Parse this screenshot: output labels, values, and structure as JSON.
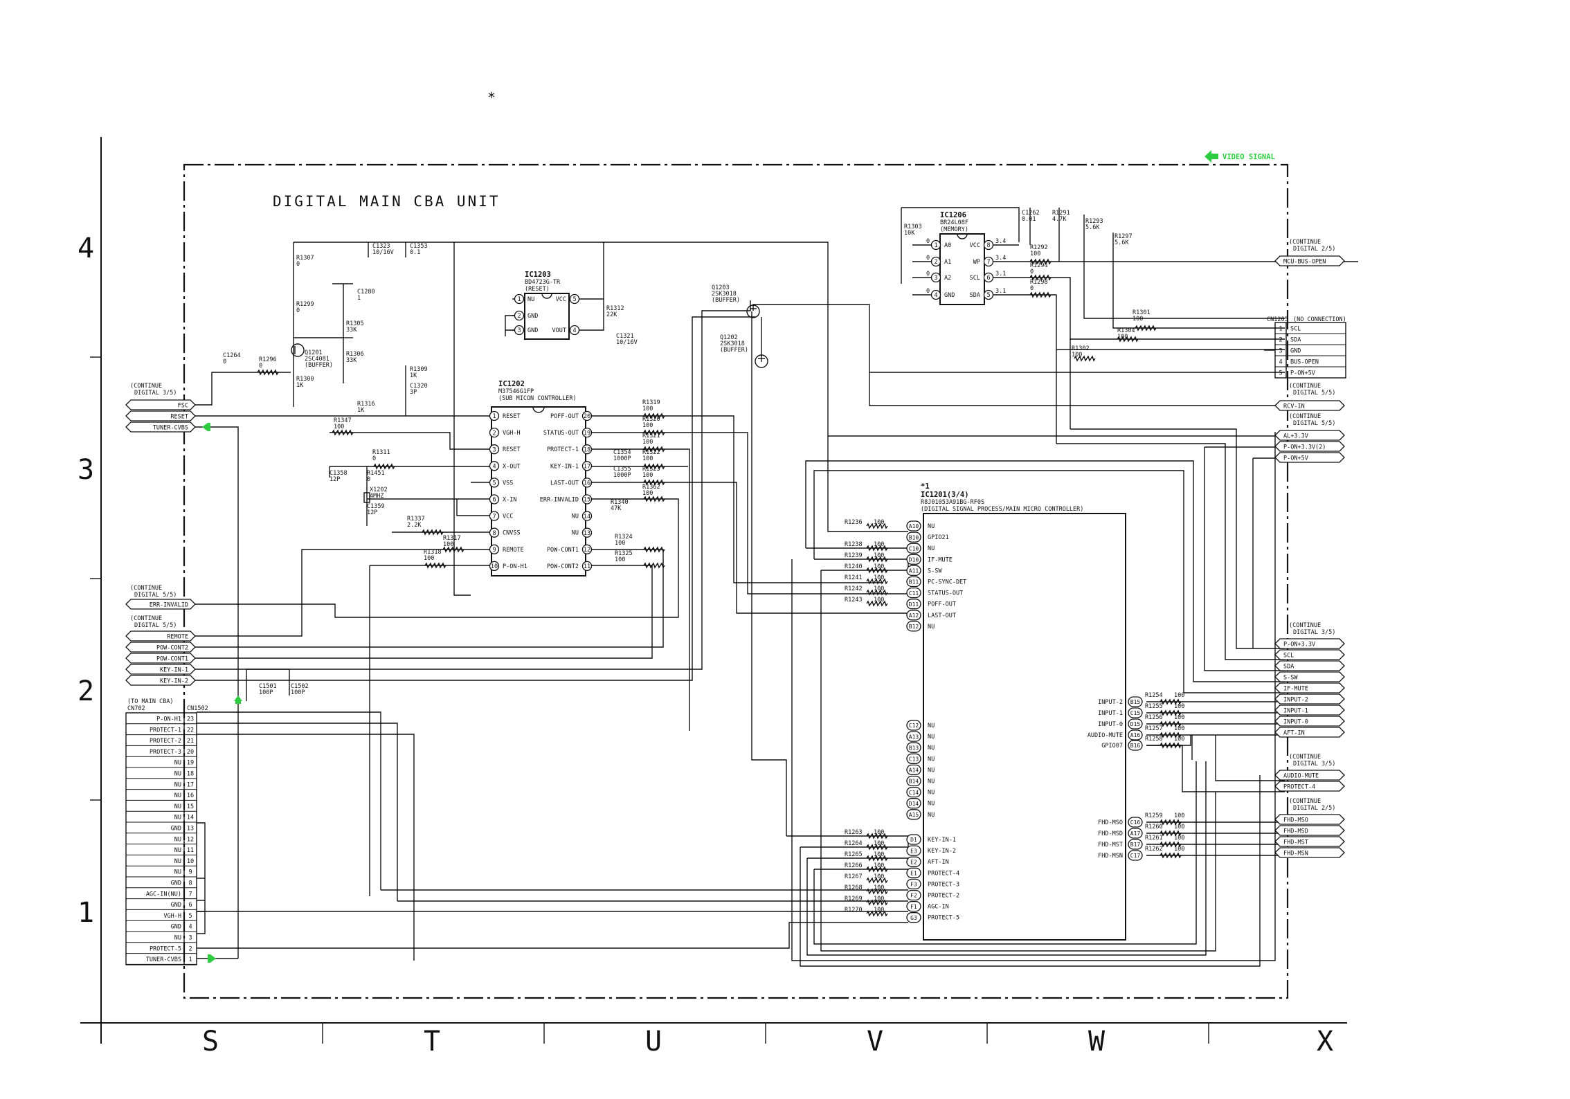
{
  "title": "DIGITAL MAIN CBA UNIT",
  "asterisk": "*",
  "video_signal": "VIDEO SIGNAL",
  "grid": {
    "rows": [
      "4",
      "3",
      "2",
      "1"
    ],
    "cols": [
      "S",
      "T",
      "U",
      "V",
      "W",
      "X"
    ]
  },
  "ic1203": {
    "ref": "IC1203",
    "part": "BD4723G-TR",
    "func": "(RESET)",
    "left": [
      [
        "1",
        "NU"
      ],
      [
        "2",
        "GND"
      ],
      [
        "3",
        "GND"
      ]
    ],
    "right": [
      [
        "5",
        "VCC"
      ],
      [
        "4",
        "VOUT"
      ]
    ]
  },
  "ic1206": {
    "ref": "IC1206",
    "part": "BR24L08F",
    "func": "(MEMORY)",
    "left": [
      [
        "1",
        "A0"
      ],
      [
        "2",
        "A1"
      ],
      [
        "3",
        "A2"
      ],
      [
        "4",
        "GND"
      ]
    ],
    "right": [
      [
        "8",
        "VCC"
      ],
      [
        "7",
        "WP"
      ],
      [
        "6",
        "SCL"
      ],
      [
        "5",
        "SDA"
      ]
    ],
    "levels": [
      "0",
      "0",
      "0",
      "0",
      "3.4",
      "3.4",
      "3.1",
      "3.1"
    ]
  },
  "ic1202": {
    "ref": "IC1202",
    "part": "M37546G1FP",
    "func": "(SUB MICON CONTROLLER)",
    "left": [
      [
        "1",
        "RESET"
      ],
      [
        "2",
        "VGH-H"
      ],
      [
        "3",
        "RESET"
      ],
      [
        "4",
        "X-OUT"
      ],
      [
        "5",
        "VSS"
      ],
      [
        "6",
        "X-IN"
      ],
      [
        "7",
        "VCC"
      ],
      [
        "8",
        "CNVSS"
      ],
      [
        "9",
        "REMOTE"
      ],
      [
        "10",
        "P-ON-H1"
      ]
    ],
    "right": [
      [
        "20",
        "POFF-OUT"
      ],
      [
        "19",
        "STATUS-OUT"
      ],
      [
        "18",
        "PROTECT-1"
      ],
      [
        "17",
        "KEY-IN-1"
      ],
      [
        "16",
        "LAST-OUT"
      ],
      [
        "15",
        "ERR-INVALID"
      ],
      [
        "14",
        "NU"
      ],
      [
        "13",
        "NU"
      ],
      [
        "12",
        "POW-CONT1"
      ],
      [
        "11",
        "POW-CONT2"
      ]
    ]
  },
  "ic1201": {
    "ref": "IC1201(3/4)",
    "note": "*1",
    "part": "R8J01053A91BG-RF0S",
    "func": "(DIGITAL SIGNAL PROCESS/MAIN MICRO CONTROLLER)",
    "left": [
      [
        "A10",
        "NU"
      ],
      [
        "B10",
        "GPIO21"
      ],
      [
        "C10",
        "NU"
      ],
      [
        "D10",
        "IF-MUTE"
      ],
      [
        "A11",
        "S-SW"
      ],
      [
        "B11",
        "PC-SYNC-DET"
      ],
      [
        "C11",
        "STATUS-OUT"
      ],
      [
        "D11",
        "POFF-OUT"
      ],
      [
        "A12",
        "LAST-OUT"
      ],
      [
        "B12",
        "NU"
      ],
      [
        "C12",
        "NU"
      ],
      [
        "A13",
        "NU"
      ],
      [
        "B13",
        "NU"
      ],
      [
        "C13",
        "NU"
      ],
      [
        "A14",
        "NU"
      ],
      [
        "B14",
        "NU"
      ],
      [
        "C14",
        "NU"
      ],
      [
        "D14",
        "NU"
      ],
      [
        "A15",
        "NU"
      ],
      [
        "D1",
        "KEY-IN-1"
      ],
      [
        "E3",
        "KEY-IN-2"
      ],
      [
        "E2",
        "AFT-IN"
      ],
      [
        "E1",
        "PROTECT-4"
      ],
      [
        "F3",
        "PROTECT-3"
      ],
      [
        "F2",
        "PROTECT-2"
      ],
      [
        "F1",
        "AGC-IN"
      ],
      [
        "G3",
        "PROTECT-5"
      ]
    ],
    "right": [
      [
        "B15",
        "INPUT-2"
      ],
      [
        "C15",
        "INPUT-1"
      ],
      [
        "D15",
        "INPUT-0"
      ],
      [
        "A16",
        "AUDIO-MUTE"
      ],
      [
        "B16",
        "GPIO07"
      ],
      [
        "C16",
        "FHD-MSO"
      ],
      [
        "A17",
        "FHD-MSD"
      ],
      [
        "B17",
        "FHD-MST"
      ],
      [
        "C17",
        "FHD-MSN"
      ]
    ]
  },
  "cn1502": {
    "ref": "CN1502",
    "note": "(TO MAIN CBA)",
    "note2": "CN702",
    "pins": [
      [
        "23",
        "P-ON-H1"
      ],
      [
        "22",
        "PROTECT-1"
      ],
      [
        "21",
        "PROTECT-2"
      ],
      [
        "20",
        "PROTECT-3"
      ],
      [
        "19",
        "NU"
      ],
      [
        "18",
        "NU"
      ],
      [
        "17",
        "NU"
      ],
      [
        "16",
        "NU"
      ],
      [
        "15",
        "NU"
      ],
      [
        "14",
        "NU"
      ],
      [
        "13",
        "GND"
      ],
      [
        "12",
        "NU"
      ],
      [
        "11",
        "NU"
      ],
      [
        "10",
        "NU"
      ],
      [
        "9",
        "NU"
      ],
      [
        "8",
        "GND"
      ],
      [
        "7",
        "AGC-IN(NU)"
      ],
      [
        "6",
        "GND"
      ],
      [
        "5",
        "VGH-H"
      ],
      [
        "4",
        "GND"
      ],
      [
        "3",
        "NU"
      ],
      [
        "2",
        "PROTECT-5"
      ],
      [
        "1",
        "TUNER-CVBS"
      ]
    ]
  },
  "cn1205": {
    "ref": "CN1205",
    "note": "(NO CONNECTION)",
    "pins": [
      [
        "1",
        "SCL"
      ],
      [
        "2",
        "SDA"
      ],
      [
        "3",
        "GND"
      ],
      [
        "4",
        "BUS-OPEN"
      ],
      [
        "5",
        "P-ON+5V"
      ]
    ]
  },
  "left_ports": {
    "grp1": {
      "note": [
        "(CONTINUE",
        "DIGITAL 3/5)"
      ],
      "items": [
        "FSC",
        "RESET",
        "TUNER-CVBS"
      ]
    },
    "grp2": {
      "note": [
        "(CONTINUE",
        "DIGITAL 5/5)"
      ],
      "items": [
        "ERR-INVALID"
      ]
    },
    "grp3": {
      "note": [
        "(CONTINUE",
        "DIGITAL 5/5)"
      ],
      "items": [
        "REMOTE",
        "POW-CONT2",
        "POW-CONT1",
        "KEY-IN-1",
        "KEY-IN-2"
      ]
    }
  },
  "right_ports": {
    "grp1": {
      "note": [
        "(CONTINUE",
        "DIGITAL 2/5)"
      ],
      "items": [
        "MCU-BUS-OPEN"
      ]
    },
    "grp2": {
      "note": [
        "(CONTINUE",
        "DIGITAL 5/5)"
      ],
      "items": [
        "RCV-IN"
      ]
    },
    "grp3": {
      "note": [
        "(CONTINUE",
        "DIGITAL 5/5)"
      ],
      "items": [
        "AL+3.3V",
        "P-ON+3.3V(2)",
        "P-ON+5V"
      ]
    },
    "grp4": {
      "note": [
        "(CONTINUE",
        "DIGITAL 3/5)"
      ],
      "items": [
        "P-ON+3.3V",
        "SCL",
        "SDA",
        "S-SW",
        "IF-MUTE",
        "INPUT-2",
        "INPUT-1",
        "INPUT-0",
        "AFT-IN"
      ]
    },
    "grp5": {
      "note": [
        "(CONTINUE",
        "DIGITAL 3/5)"
      ],
      "items": [
        "AUDIO-MUTE",
        "PROTECT-4"
      ]
    },
    "grp6": {
      "note": [
        "(CONTINUE",
        "DIGITAL 2/5)"
      ],
      "items": [
        "FHD-MSO",
        "FHD-MSD",
        "FHD-MST",
        "FHD-MSN"
      ]
    }
  },
  "components": {
    "C1323": [
      "C1323",
      "10/16V"
    ],
    "C1353": [
      "C1353",
      "0.1"
    ],
    "R1307": [
      "R1307",
      "0"
    ],
    "C1280": [
      "C1280",
      "1"
    ],
    "R1299": [
      "R1299",
      "0"
    ],
    "R1305": [
      "R1305",
      "33K"
    ],
    "R1306": [
      "R1306",
      "33K"
    ],
    "Q1201": [
      "Q1201",
      "2SC4081",
      "(BUFFER)"
    ],
    "R1300": [
      "R1300",
      "1K"
    ],
    "C1264": [
      "C1264",
      "0"
    ],
    "R1296": [
      "R1296",
      "0"
    ],
    "R1312": [
      "R1312",
      "22K"
    ],
    "C1321": [
      "C1321",
      "10/16V"
    ],
    "R1309": [
      "R1309",
      "1K"
    ],
    "C1320": [
      "C1320",
      "3P"
    ],
    "R1316": [
      "R1316",
      "1K"
    ],
    "R1347": [
      "R1347",
      "100"
    ],
    "R1311": [
      "R1311",
      "0"
    ],
    "C1358": [
      "C1358",
      "12P"
    ],
    "R1451": [
      "R1451",
      "0"
    ],
    "X1202": [
      "X1202",
      "4MHZ"
    ],
    "C1359": [
      "C1359",
      "12P"
    ],
    "R1337": [
      "R1337",
      "2.2K"
    ],
    "R1317": [
      "R1317",
      "100"
    ],
    "R1318": [
      "R1318",
      "100"
    ],
    "R1319": [
      "R1319",
      "100"
    ],
    "R1320": [
      "R1320",
      "100"
    ],
    "R1321": [
      "R1321",
      "100"
    ],
    "R1322": [
      "R1322",
      "100"
    ],
    "R1323": [
      "R1323",
      "100"
    ],
    "R1362": [
      "R1362",
      "100"
    ],
    "C1354": [
      "C1354",
      "1000P"
    ],
    "C1355": [
      "C1355",
      "1000P"
    ],
    "R1340": [
      "R1340",
      "47K"
    ],
    "R1324": [
      "R1324",
      "100"
    ],
    "R1325": [
      "R1325",
      "100"
    ],
    "Q1203": [
      "Q1203",
      "2SK3018",
      "(BUFFER)"
    ],
    "Q1202": [
      "Q1202",
      "2SK3018",
      "(BUFFER)"
    ],
    "R1303": [
      "R1303",
      "10K"
    ],
    "C1262": [
      "C1262",
      "0.01"
    ],
    "R1291": [
      "R1291",
      "4.7K"
    ],
    "R1293": [
      "R1293",
      "5.6K"
    ],
    "R1297": [
      "R1297",
      "5.6K"
    ],
    "R1292": [
      "R1292",
      "100"
    ],
    "R1294": [
      "R1294",
      "0"
    ],
    "R1298": [
      "R1298",
      "0"
    ],
    "R1301": [
      "R1301",
      "100"
    ],
    "R1304": [
      "R1304",
      "100"
    ],
    "R1302": [
      "R1302",
      "100"
    ],
    "C1501": [
      "C1501",
      "100P"
    ],
    "C1502": [
      "C1502",
      "100P"
    ]
  },
  "mcu_left_resistors": [
    [
      "R1236",
      "100"
    ],
    [
      "R1238",
      "100"
    ],
    [
      "R1239",
      "100"
    ],
    [
      "R1240",
      "100"
    ],
    [
      "R1241",
      "100"
    ],
    [
      "R1242",
      "100"
    ],
    [
      "R1243",
      "100"
    ],
    [
      "R1263",
      "100"
    ],
    [
      "R1264",
      "100"
    ],
    [
      "R1265",
      "100"
    ],
    [
      "R1266",
      "100"
    ],
    [
      "R1267",
      "100"
    ],
    [
      "R1268",
      "100"
    ],
    [
      "R1269",
      "100"
    ],
    [
      "R1270",
      "100"
    ]
  ],
  "mcu_right_resistors": [
    [
      "R1254",
      "100"
    ],
    [
      "R1255",
      "100"
    ],
    [
      "R1256",
      "100"
    ],
    [
      "R1257",
      "100"
    ],
    [
      "R1258",
      "100"
    ],
    [
      "R1259",
      "100"
    ],
    [
      "R1260",
      "100"
    ],
    [
      "R1261",
      "100"
    ],
    [
      "R1262",
      "100"
    ]
  ],
  "colors": {
    "ink": "#111111",
    "signal": "#2ecc40"
  }
}
